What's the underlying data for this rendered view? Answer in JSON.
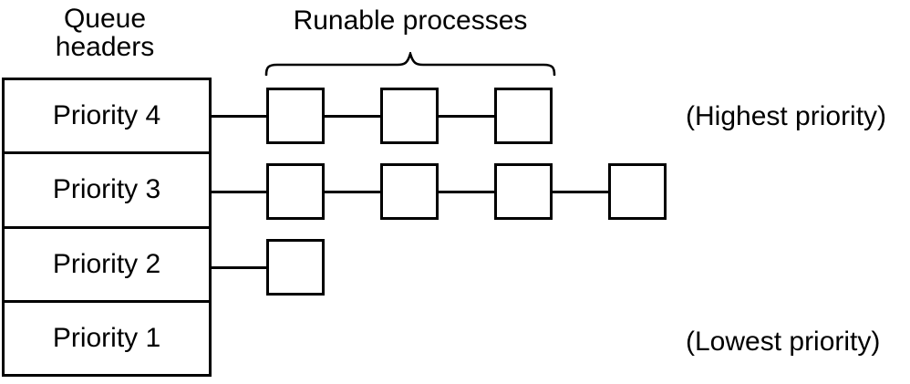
{
  "diagram": {
    "labels": {
      "queue_headers": "Queue\nheaders",
      "runable_processes": "Runable processes"
    },
    "queues": [
      {
        "label": "Priority 4",
        "process_count": 3,
        "note": "(Highest priority)"
      },
      {
        "label": "Priority 3",
        "process_count": 4,
        "note": ""
      },
      {
        "label": "Priority 2",
        "process_count": 1,
        "note": ""
      },
      {
        "label": "Priority 1",
        "process_count": 0,
        "note": "(Lowest priority)"
      }
    ],
    "colors": {
      "line": "#000000",
      "background": "#ffffff",
      "box_fill": "#ffffff"
    }
  }
}
